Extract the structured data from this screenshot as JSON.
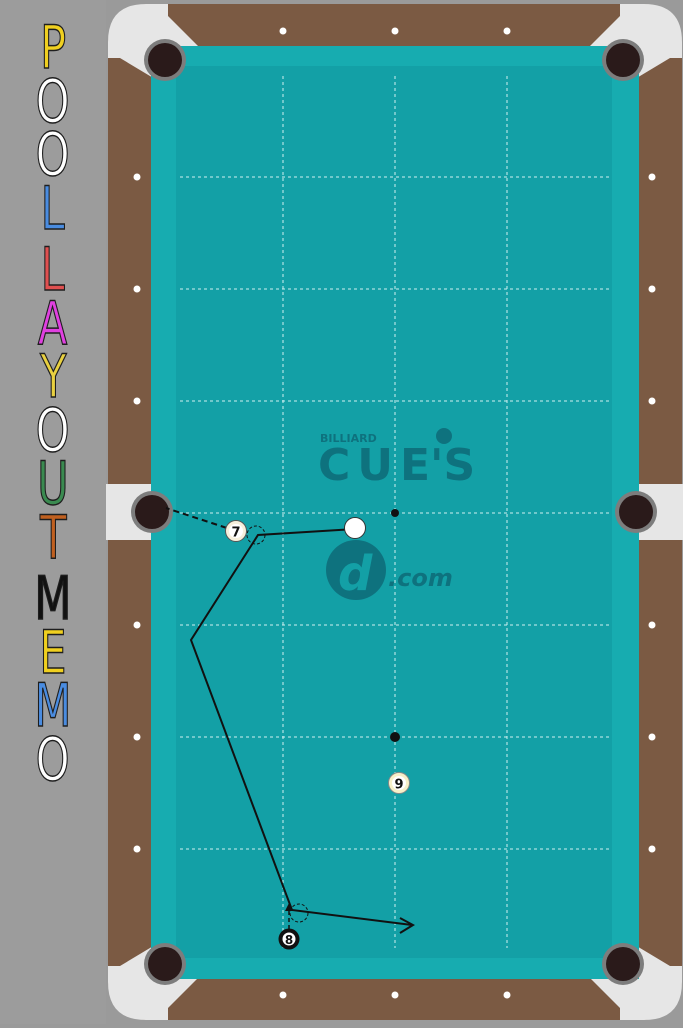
{
  "title_words": [
    {
      "letters": [
        "P",
        "O",
        "O",
        "L"
      ],
      "colors": [
        "#f0d020",
        "#ffffff",
        "#ffffff",
        "#4a8ce0"
      ]
    },
    {
      "letters": [
        "L",
        "A",
        "Y",
        "O",
        "U",
        "T"
      ],
      "colors": [
        "#e05050",
        "#e040e0",
        "#e8d040",
        "#ffffff",
        "#3a8a50",
        "#c06020"
      ]
    },
    {
      "letters": [
        "M",
        "E",
        "M",
        "O"
      ],
      "colors": [
        "#111111",
        "#f0d020",
        "#4a8ce0",
        "#ffffff"
      ]
    }
  ],
  "watermark": {
    "line1": "BILLIARD",
    "line2": "CUE",
    "line2_suffix": "'S",
    "line3": ".com",
    "color": "#0e6a78"
  },
  "colors": {
    "felt": "#13a0a6",
    "cushion": "#17acb0",
    "rail": "#7b5a43",
    "pocket": "#2a1a1a",
    "corner_cap": "#e6e6e6",
    "diamond": "#ffffff",
    "path_line": "#111111"
  },
  "balls": [
    {
      "id": "cue",
      "label": ""
    },
    {
      "id": "7",
      "label": "7"
    },
    {
      "id": "8",
      "label": "8"
    },
    {
      "id": "9",
      "label": "9"
    }
  ],
  "spots": [
    {
      "id": "spot-upper"
    },
    {
      "id": "spot-lower"
    }
  ]
}
